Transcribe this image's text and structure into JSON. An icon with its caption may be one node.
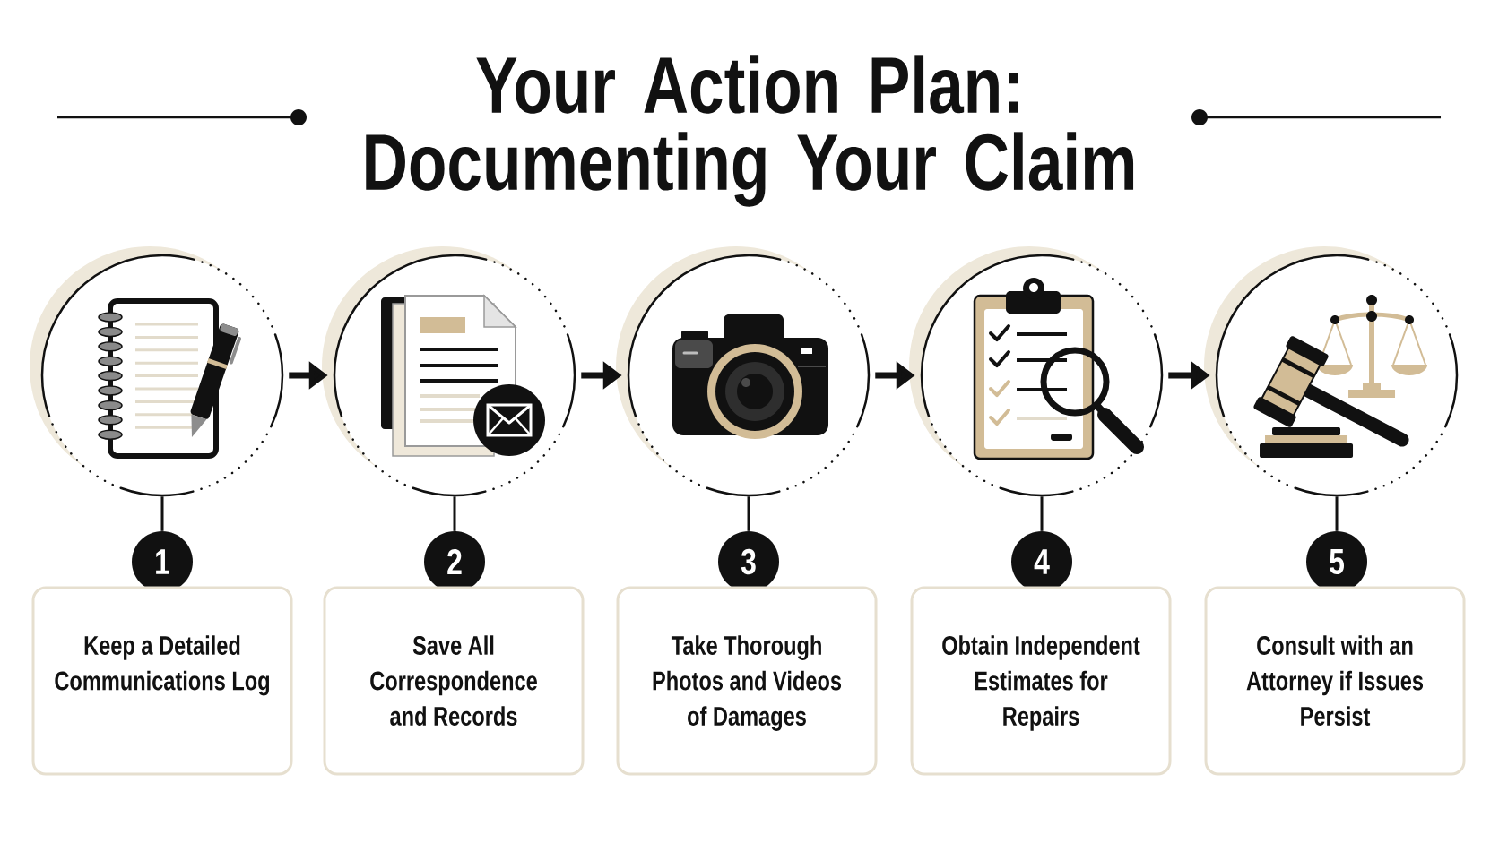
{
  "diagram": {
    "title": "Your Action Plan: Documenting Your Claim",
    "nodes": [
      {
        "text": [],
        "shape": "circle"
      },
      {
        "text": [
          "1"
        ]
      },
      {
        "text": [
          "Keep a Detailed Communications Log"
        ]
      },
      {
        "text": [],
        "shape": "circle"
      },
      {
        "text": [
          "2"
        ]
      },
      {
        "text": [
          "Save All Correspondence and Records"
        ]
      },
      {
        "text": [],
        "shape": "circle"
      },
      {
        "text": [
          "3"
        ]
      },
      {
        "text": [
          "Take Thorough Photos and Videos of Damages"
        ]
      },
      {
        "text": [],
        "shape": "circle"
      },
      {
        "text": [
          "4"
        ]
      },
      {
        "text": [
          "Obtain Independent Estimates for Repairs"
        ]
      },
      {
        "text": [],
        "shape": "circle"
      },
      {
        "text": [
          "5"
        ]
      },
      {
        "text": [
          "Consult with an Attorney if Issues Persist"
        ]
      }
    ],
    "edges": [
      {
        "from": 0,
        "to": 1,
        "arrow": "none"
      },
      {
        "from": 0,
        "to": 3,
        "arrow": "to",
        "style": "thick"
      },
      {
        "from": 3,
        "to": 4,
        "arrow": "none"
      },
      {
        "from": 3,
        "to": 6,
        "arrow": "to",
        "style": "thick"
      },
      {
        "from": 6,
        "to": 7,
        "arrow": "none"
      },
      {
        "from": 6,
        "to": 9,
        "arrow": "to",
        "style": "thick"
      },
      {
        "from": 9,
        "to": 10,
        "arrow": "none"
      },
      {
        "from": 9,
        "to": 12,
        "arrow": "to",
        "style": "thick"
      },
      {
        "from": 12,
        "to": 13,
        "arrow": "none"
      }
    ]
  }
}
